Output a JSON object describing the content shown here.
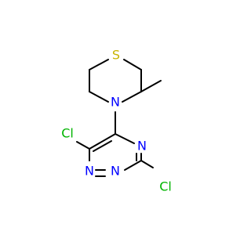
{
  "molecule": {
    "atoms": {
      "sulfur": {
        "symbol": "S",
        "color": "#c8b400"
      },
      "nitrogen_ring": {
        "symbol": "N",
        "color": "#0000ff"
      },
      "chlorine_left": {
        "symbol": "Cl",
        "color": "#00b400"
      },
      "nitrogen_triazine_right": {
        "symbol": "N",
        "color": "#0000ff"
      },
      "chlorine_right": {
        "symbol": "Cl",
        "color": "#00b400"
      },
      "nitrogen_triazine_bottom_left": {
        "symbol": "N",
        "color": "#0000ff"
      },
      "nitrogen_triazine_bottom_right": {
        "symbol": "N",
        "color": "#0000ff"
      }
    },
    "bond_color": "#000000"
  }
}
